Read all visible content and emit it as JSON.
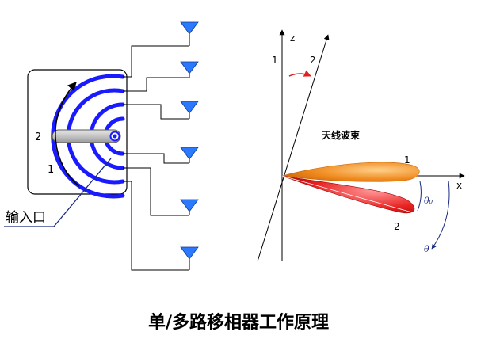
{
  "caption": "单/多路移相器工作原理",
  "left": {
    "input_label": "输入口",
    "position_labels": [
      "2",
      "1"
    ]
  },
  "right": {
    "beam_title": "天线波束",
    "axis_z": "z",
    "axis_x": "x",
    "direction_labels": [
      "1",
      "2"
    ],
    "beam_labels": [
      "1",
      "2"
    ],
    "theta0": "θ₀",
    "theta": "θ"
  },
  "colors": {
    "arc_blue": "#1a1aff",
    "beam1": "#f08a1e",
    "beam2": "#e02020",
    "arrow_red": "#e02020",
    "antenna": "#2a79ff",
    "slider": "#c0c0c0"
  }
}
